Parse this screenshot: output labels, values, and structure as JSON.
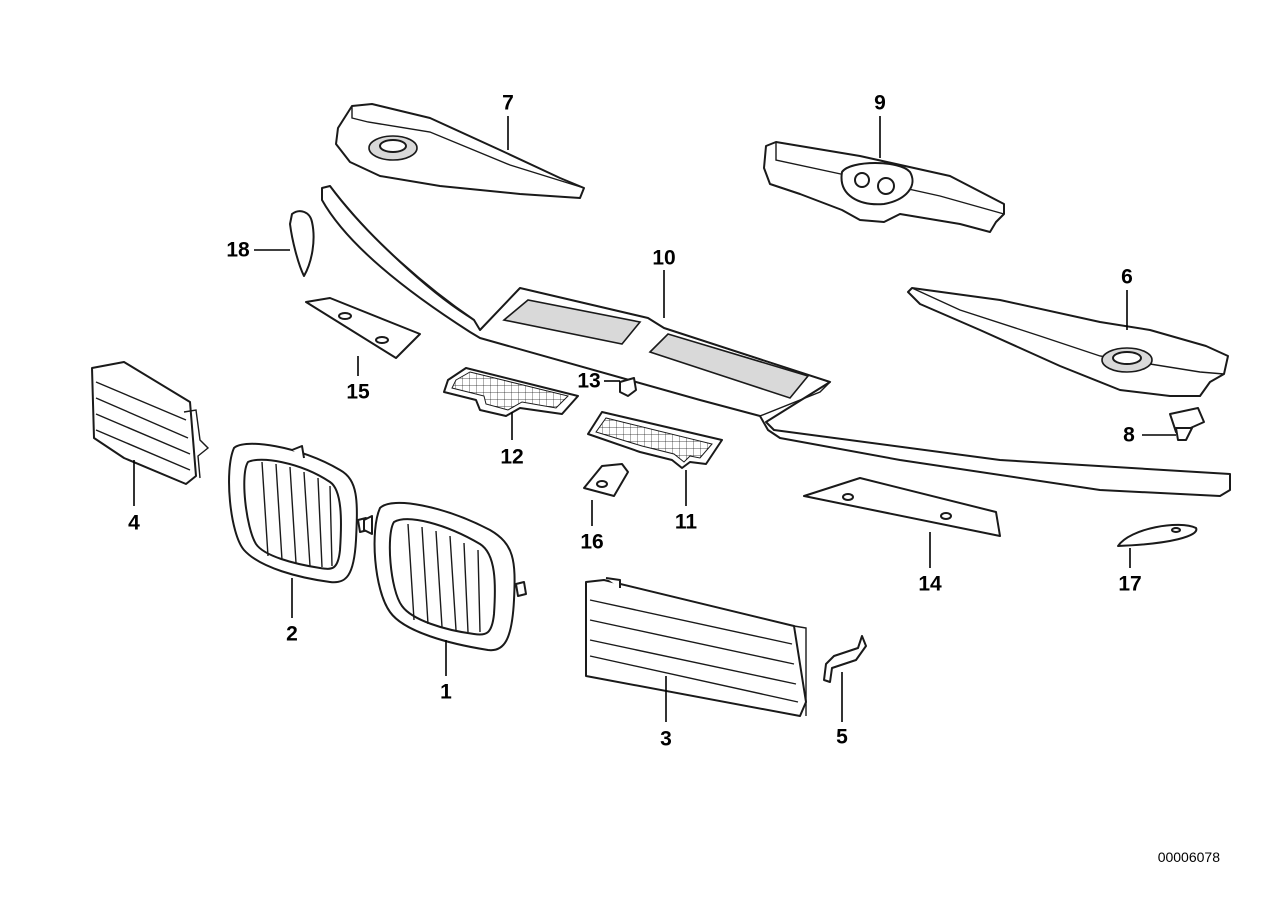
{
  "diagram": {
    "callouts": [
      {
        "id": "1",
        "label": "1"
      },
      {
        "id": "2",
        "label": "2"
      },
      {
        "id": "3",
        "label": "3"
      },
      {
        "id": "4",
        "label": "4"
      },
      {
        "id": "5",
        "label": "5"
      },
      {
        "id": "6",
        "label": "6"
      },
      {
        "id": "7",
        "label": "7"
      },
      {
        "id": "8",
        "label": "8"
      },
      {
        "id": "9",
        "label": "9"
      },
      {
        "id": "10",
        "label": "10"
      },
      {
        "id": "11",
        "label": "11"
      },
      {
        "id": "12",
        "label": "12"
      },
      {
        "id": "13",
        "label": "13"
      },
      {
        "id": "14",
        "label": "14"
      },
      {
        "id": "15",
        "label": "15"
      },
      {
        "id": "16",
        "label": "16"
      },
      {
        "id": "17",
        "label": "17"
      },
      {
        "id": "18",
        "label": "18"
      }
    ],
    "document_number": "00006078"
  }
}
